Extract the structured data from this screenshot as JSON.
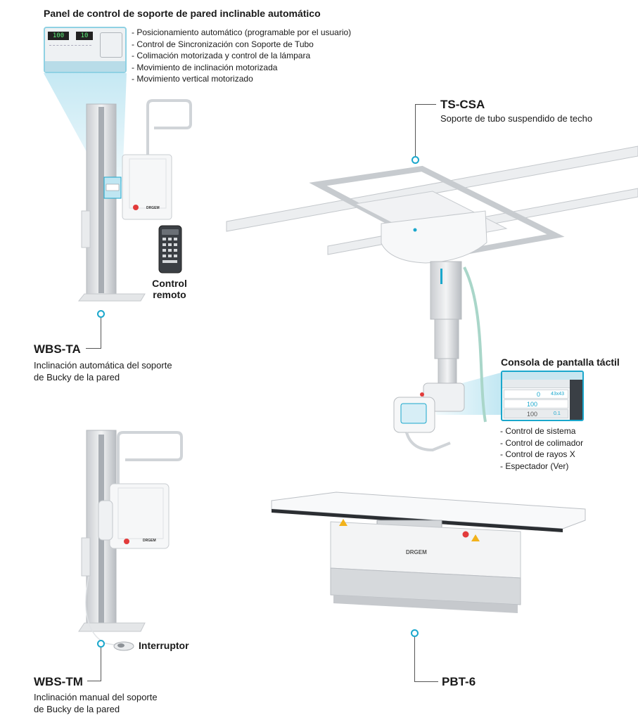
{
  "wall_panel": {
    "title": "Panel de control de soporte de pared inclinable automático",
    "features": [
      "Posicionamiento automático (programable por el usuario)",
      "Control de Sincronización con Soporte de Tubo",
      "Colimación motorizada y control de la lámpara",
      "Movimiento de inclinación motorizada",
      "Movimiento vertical motorizado"
    ],
    "display_left": "100",
    "display_right": "10"
  },
  "remote": {
    "line1": "Control",
    "line2": "remoto"
  },
  "wbs_ta": {
    "model": "WBS-TA",
    "line1": "Inclinación automática del soporte",
    "line2": "de Bucky de la pared",
    "brand": "DRGEM"
  },
  "ts_csa": {
    "model": "TS-CSA",
    "description": "Soporte de tubo suspendido de techo"
  },
  "console": {
    "title": "Consola de pantalla táctil",
    "features": [
      "Control de sistema",
      "Control de colimador",
      "Control de rayos X",
      "Espectador (Ver)"
    ],
    "values": [
      "0",
      "43x43",
      "100",
      "100",
      "0.1"
    ]
  },
  "pbt": {
    "model": "PBT-6",
    "brand": "DRGEM"
  },
  "wbs_tm": {
    "model": "WBS-TM",
    "line1": "Inclinación manual del soporte",
    "line2": "de Bucky de la pared",
    "brand": "DRGEM"
  },
  "switch": {
    "label": "Interruptor"
  },
  "colors": {
    "accent": "#1aa7cc",
    "highlight": "#bfe6f2",
    "metal": "#d9dcdf"
  }
}
